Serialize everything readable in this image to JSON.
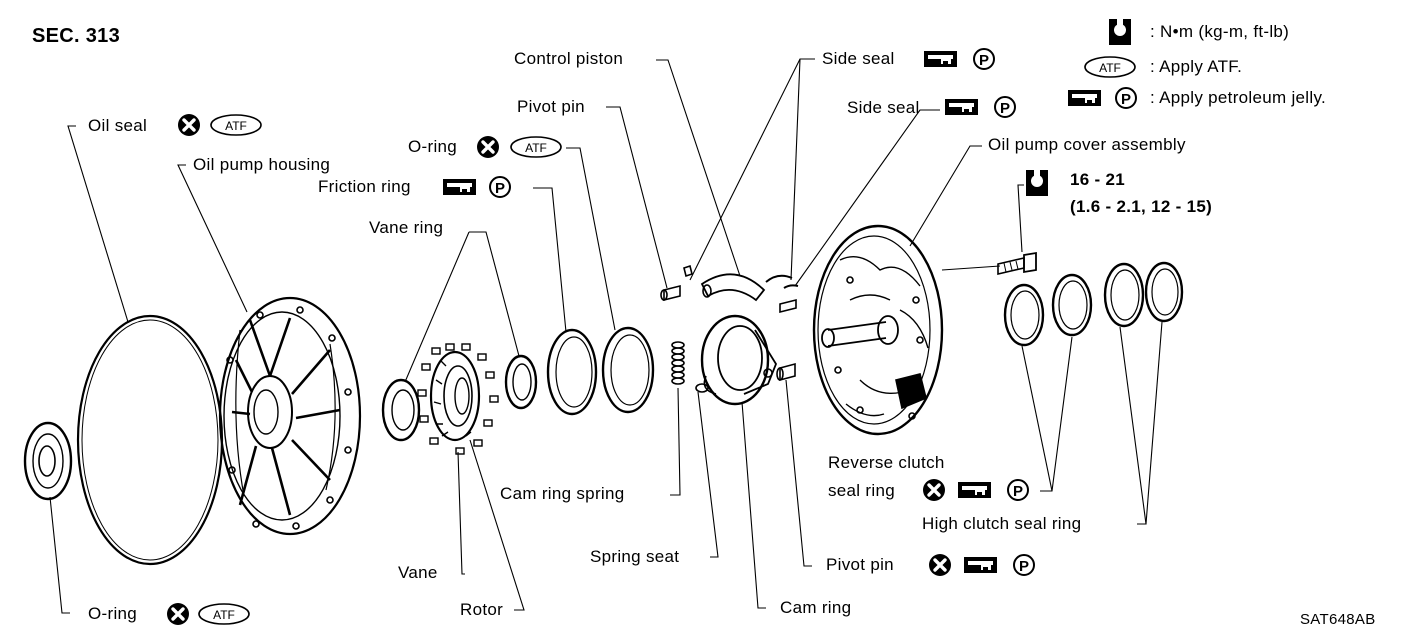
{
  "section": "SEC. 313",
  "figure_code": "SAT648AB",
  "legend": {
    "torque": ": N•m (kg-m, ft-lb)",
    "atf": ": Apply ATF.",
    "jelly": ": Apply petroleum jelly."
  },
  "icon_text": {
    "atf": "ATF",
    "p": "P"
  },
  "torque_spec": {
    "line1": "16 - 21",
    "line2": "(1.6 - 2.1, 12 - 15)"
  },
  "labels": {
    "control_piston": "Control piston",
    "side_seal_1": "Side seal",
    "side_seal_2": "Side seal",
    "pivot_pin_top": "Pivot pin",
    "oil_pump_cover": "Oil pump cover assembly",
    "oil_seal": "Oil seal",
    "oil_pump_housing": "Oil pump housing",
    "o_ring_top": "O-ring",
    "friction_ring": "Friction ring",
    "vane_ring": "Vane ring",
    "cam_ring_spring": "Cam ring spring",
    "spring_seat": "Spring seat",
    "vane": "Vane",
    "rotor": "Rotor",
    "cam_ring": "Cam ring",
    "pivot_pin_bottom": "Pivot pin",
    "reverse_clutch_1": "Reverse clutch",
    "reverse_clutch_2": "seal ring",
    "high_clutch": "High clutch seal ring",
    "o_ring_bottom": "O-ring"
  }
}
